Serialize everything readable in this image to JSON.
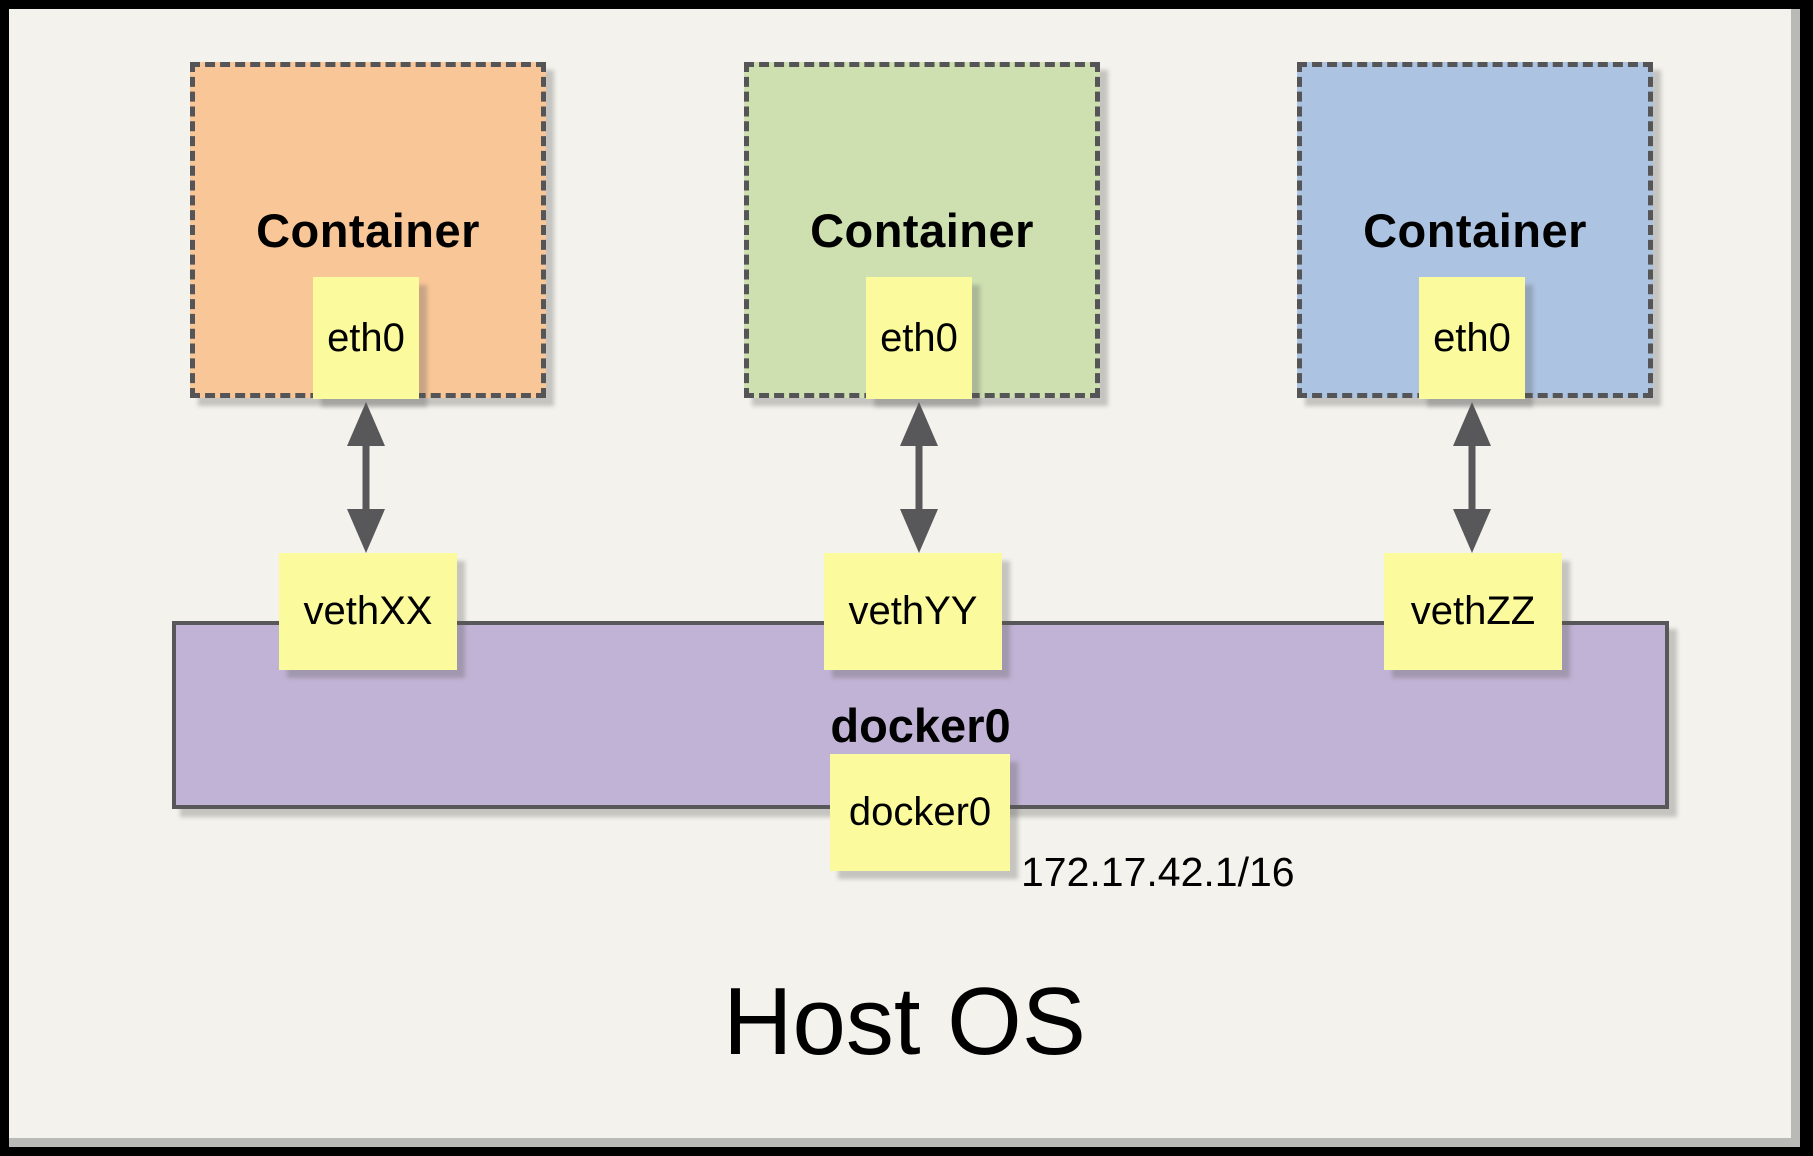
{
  "diagram": {
    "containers": [
      {
        "label": "Container",
        "interface": "eth0",
        "veth": "vethXX",
        "fill": "#F9C697"
      },
      {
        "label": "Container",
        "interface": "eth0",
        "veth": "vethYY",
        "fill": "#CEE0B0"
      },
      {
        "label": "Container",
        "interface": "eth0",
        "veth": "vethZZ",
        "fill": "#ACC3E1"
      }
    ],
    "bridge": {
      "label": "docker0",
      "interface_label": "docker0",
      "ip_cidr": "172.17.42.1/16",
      "fill": "#C1B3D5"
    },
    "host": {
      "label": "Host OS"
    },
    "colors": {
      "canvas_bg": "#F4F2EC",
      "chip_fill": "#FBFB9E",
      "stroke": "#58585A",
      "frame": "#000000"
    }
  }
}
